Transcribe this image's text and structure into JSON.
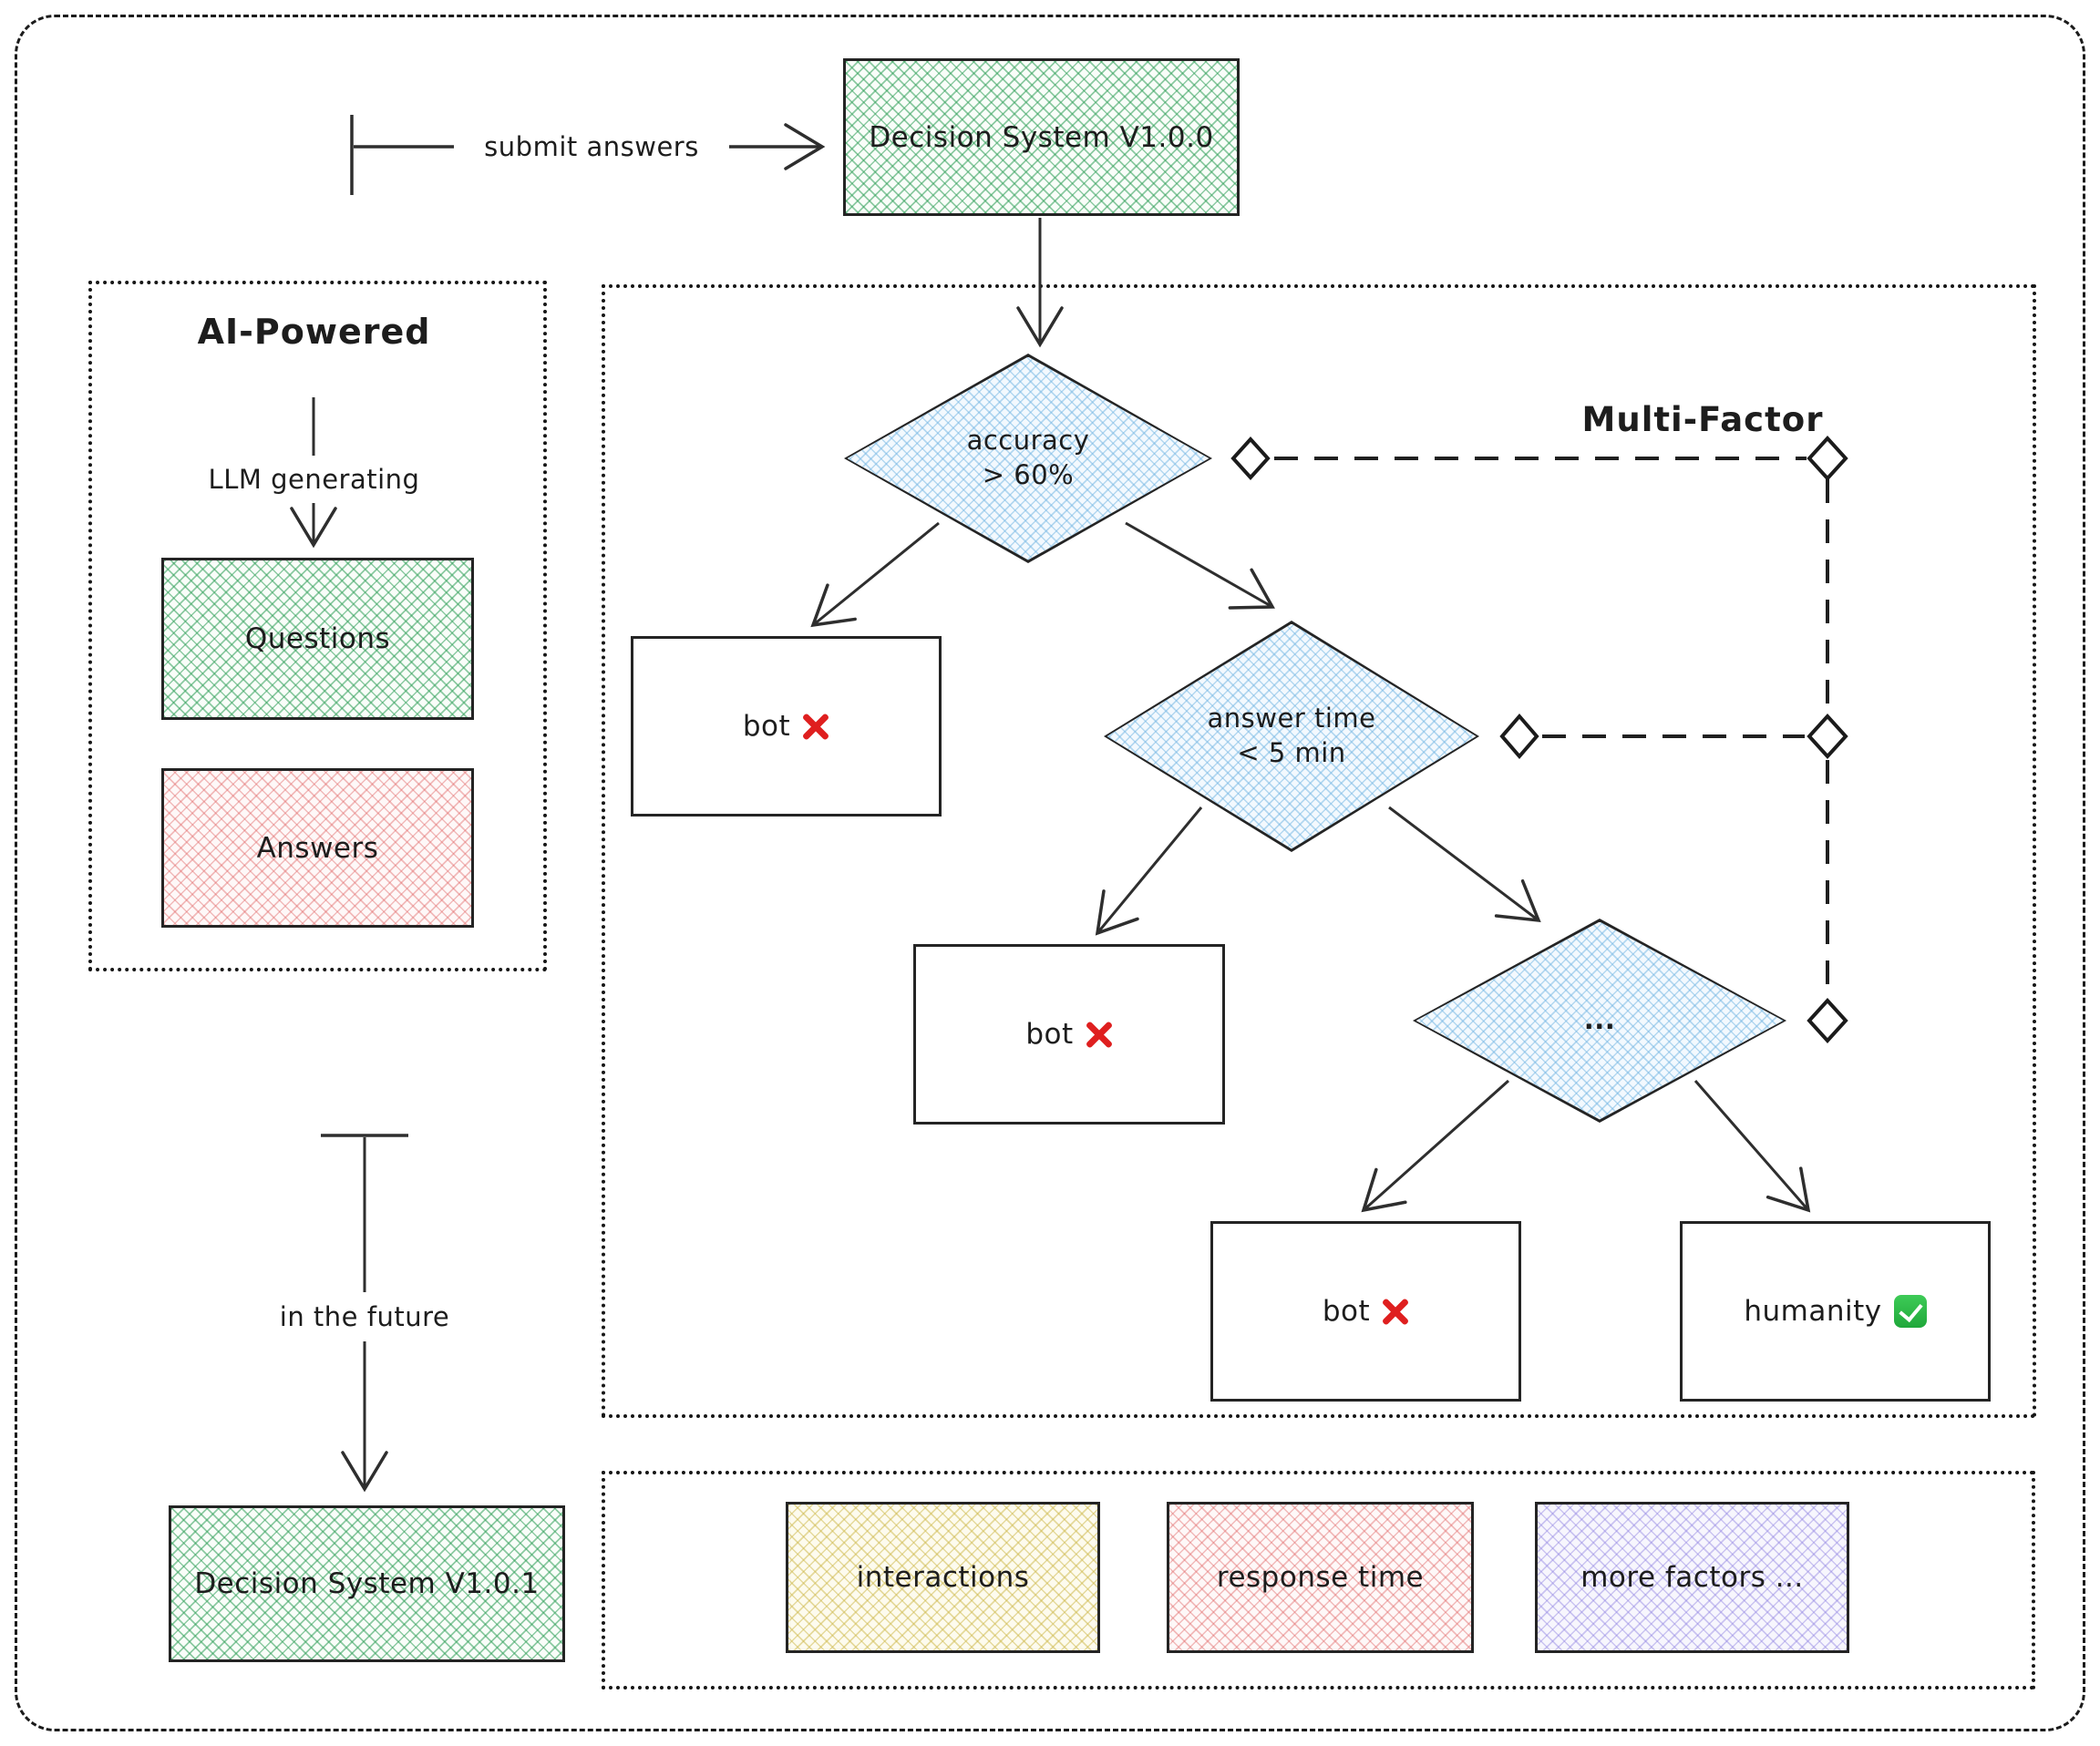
{
  "top_flow": {
    "submit_label": "submit answers",
    "decision_box": "Decision System V1.0.0"
  },
  "ai_panel": {
    "title": "AI-Powered",
    "process_label": "LLM generating",
    "questions_box": "Questions",
    "answers_box": "Answers"
  },
  "decision_tree": {
    "multi_factor_label": "Multi-Factor",
    "diamonds": [
      {
        "line1": "accuracy",
        "line2": "> 60%"
      },
      {
        "line1": "answer time",
        "line2": "< 5 min"
      },
      {
        "line1": "...",
        "line2": ""
      }
    ],
    "outcomes": [
      {
        "label": "bot",
        "icon": "x-mark"
      },
      {
        "label": "bot",
        "icon": "x-mark"
      },
      {
        "label": "bot",
        "icon": "x-mark"
      },
      {
        "label": "humanity",
        "icon": "check-mark"
      }
    ]
  },
  "future_flow": {
    "label": "in the future",
    "decision_box": "Decision System V1.0.1"
  },
  "factors_panel": {
    "items": [
      "interactions",
      "response time",
      "more factors ..."
    ]
  },
  "colors": {
    "ink": "#1d1d1d",
    "green_hatch": "#32a05a",
    "red_hatch": "#e06464",
    "blue_hatch": "#74b6e3",
    "yellow_hatch": "#cdb84a",
    "purple_hatch": "#8d7fe0",
    "x_mark_red": "#df1f1f",
    "check_green": "#1fa83a"
  }
}
